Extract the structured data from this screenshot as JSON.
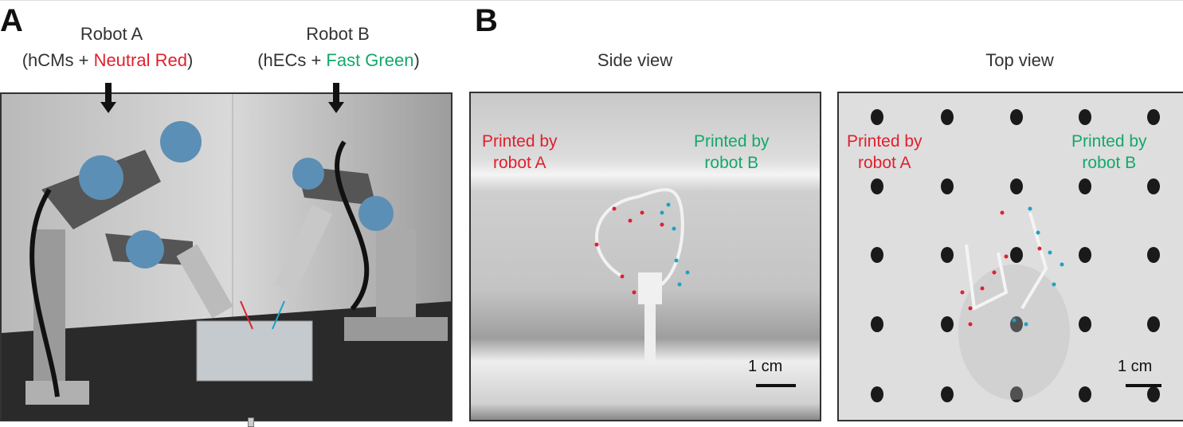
{
  "panel_a": {
    "letter": "A",
    "robot_a": {
      "title": "Robot A",
      "open": "(hCMs + ",
      "dye": "Neutral Red",
      "close": ")"
    },
    "robot_b": {
      "title": "Robot B",
      "open": "(hECs + ",
      "dye": "Fast Green",
      "close": ")"
    }
  },
  "panel_b": {
    "letter": "B",
    "side_view": {
      "title": "Side view",
      "label_a": [
        "Printed by",
        "robot A"
      ],
      "label_b": [
        "Printed by",
        "robot B"
      ],
      "scale": "1 cm"
    },
    "top_view": {
      "title": "Top view",
      "label_a": [
        "Printed by",
        "robot A"
      ],
      "label_b": [
        "Printed by",
        "robot B"
      ],
      "scale": "1 cm"
    }
  },
  "colors": {
    "red": "#e0202e",
    "green": "#13a86c",
    "cyan_dots": "#1aa3c8"
  }
}
